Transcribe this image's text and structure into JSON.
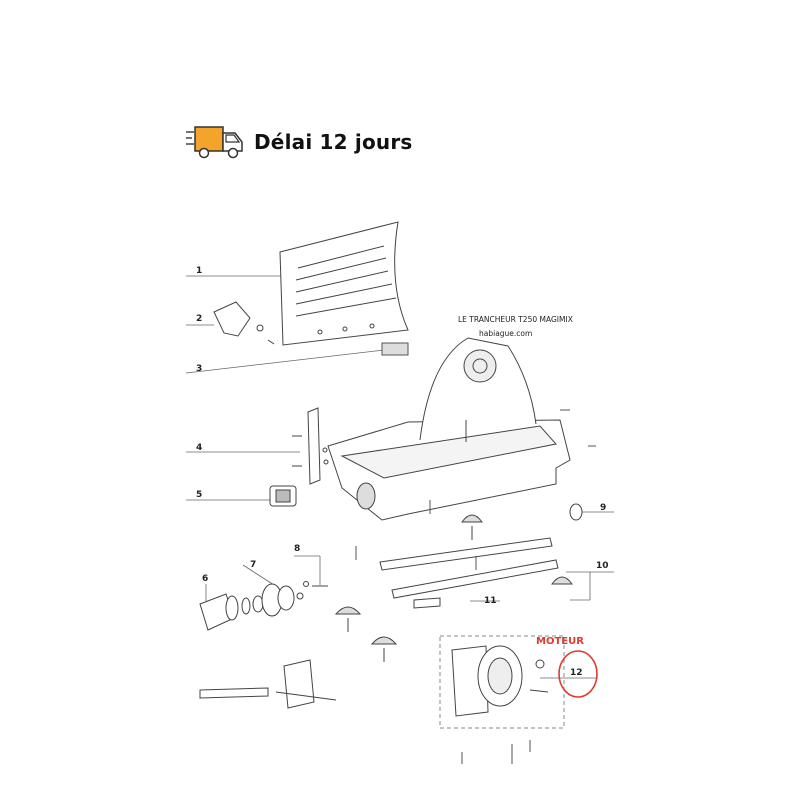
{
  "header": {
    "title": "Délai 12 jours",
    "icon": "delivery-truck-icon",
    "icon_color": "#f4a42a"
  },
  "diagram": {
    "title": "LE TRANCHEUR T250 MAGIMIX",
    "source": "habiague.com",
    "highlight_label": "MOTEUR",
    "highlight_color": "#e03a2f",
    "callouts": [
      "1",
      "2",
      "3",
      "4",
      "5",
      "6",
      "7",
      "8",
      "9",
      "10",
      "11",
      "12"
    ]
  }
}
